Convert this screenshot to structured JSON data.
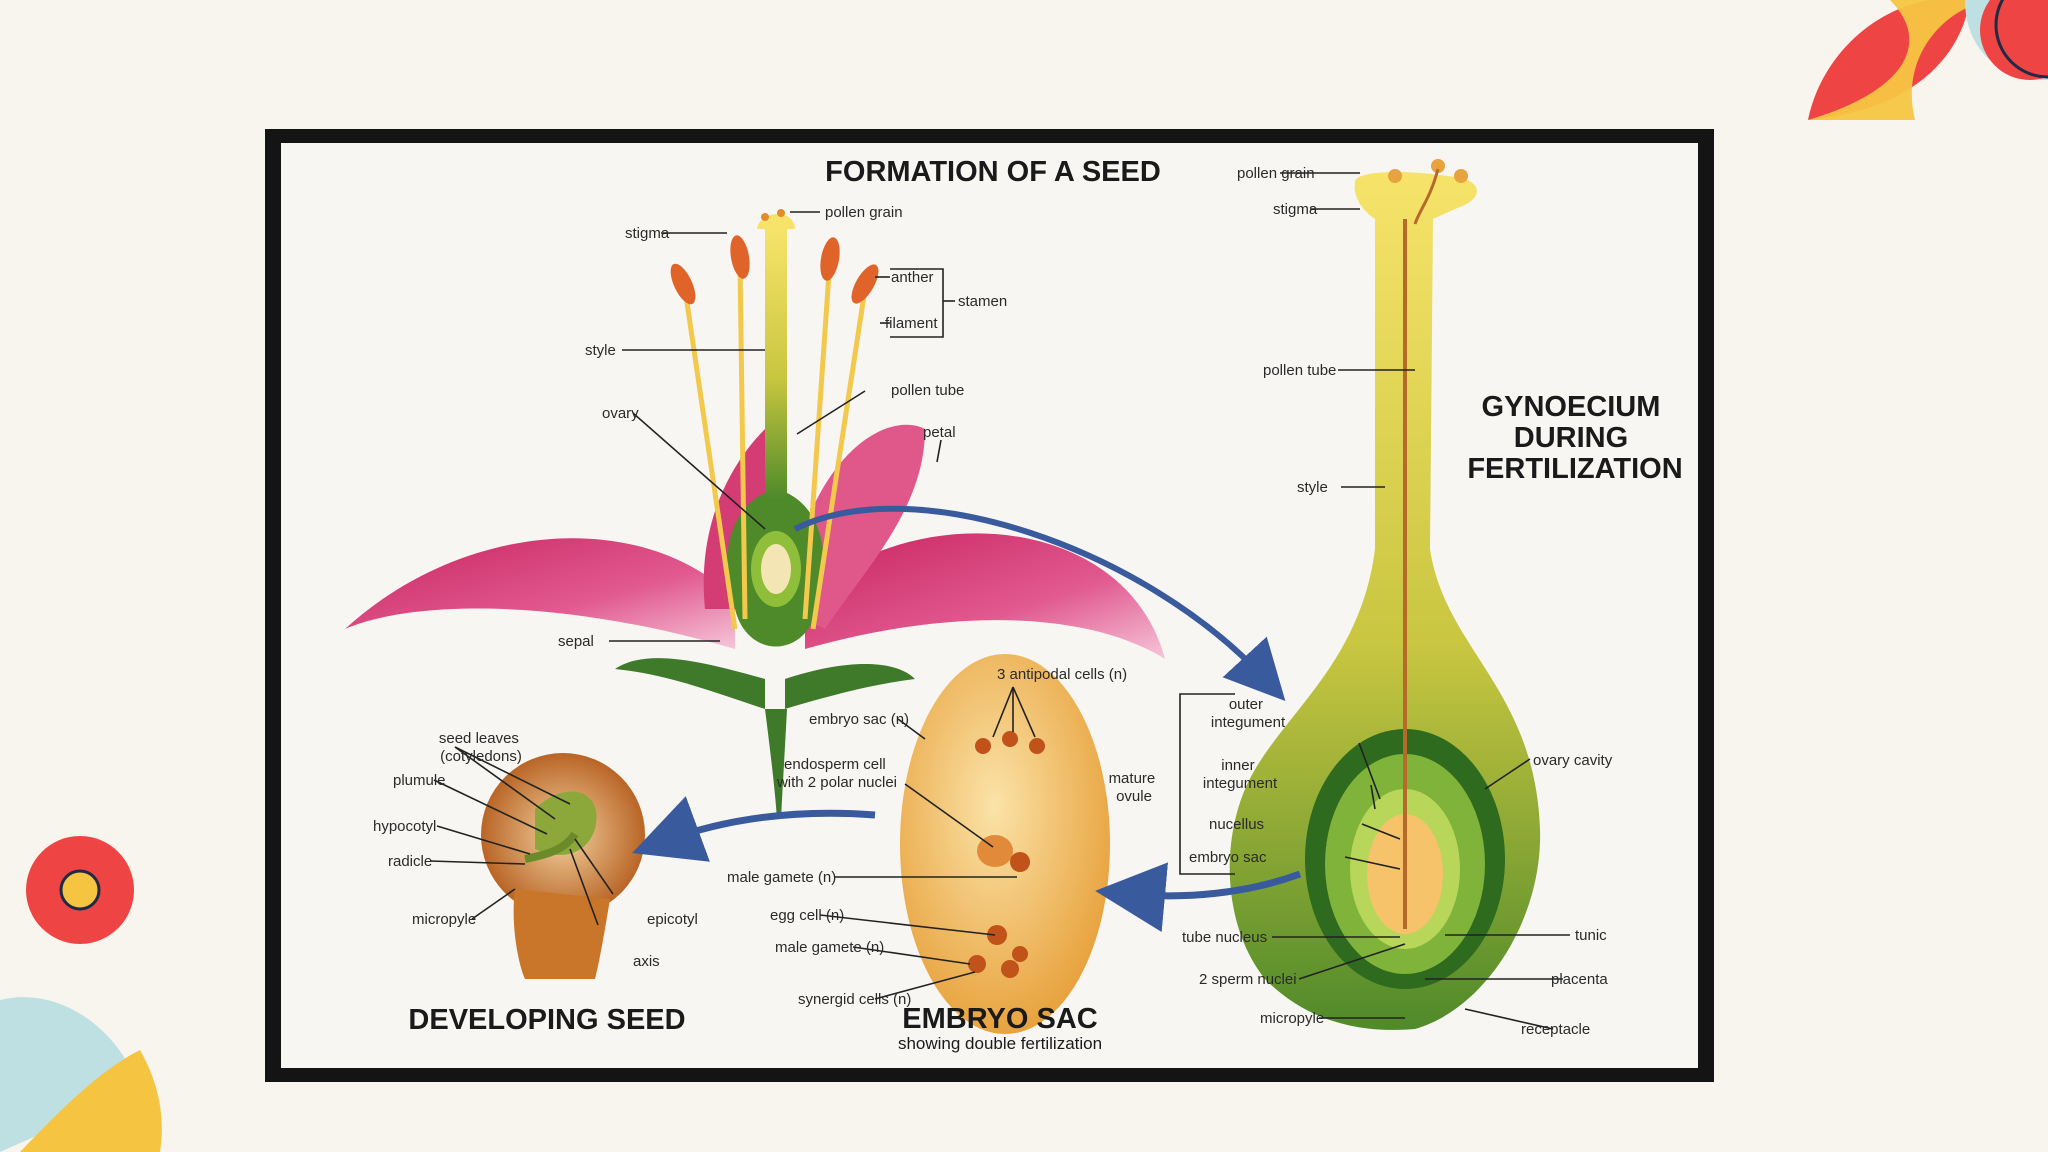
{
  "slide": {
    "title": "FORMATION OF A SEED",
    "colors": {
      "background": "#f8f5ee",
      "frame": "#141414",
      "accent_red": "#ef4444",
      "accent_yellow": "#f5c542",
      "accent_blue": "#bfe0e3",
      "arrow_blue": "#3a5a9e"
    }
  },
  "flower": {
    "labels": {
      "stigma": "stigma",
      "pollen_grain": "pollen grain",
      "anther": "anther",
      "stamen": "stamen",
      "filament": "filament",
      "style": "style",
      "pollen_tube": "pollen tube",
      "ovary": "ovary",
      "petal": "petal",
      "sepal": "sepal"
    }
  },
  "gynoecium": {
    "title_lines": [
      "GYNOECIUM",
      "DURING",
      "FERTILIZATION"
    ],
    "labels": {
      "pollen_grain": "pollen grain",
      "stigma": "stigma",
      "pollen_tube": "pollen tube",
      "style": "style",
      "outer_integument": [
        "outer",
        "integument"
      ],
      "inner_integument": [
        "inner",
        "integument"
      ],
      "mature_ovule": [
        "mature",
        "ovule"
      ],
      "nucellus": "nucellus",
      "embryo_sac": "embryo sac",
      "ovary_cavity": "ovary cavity",
      "tube_nucleus": "tube nucleus",
      "sperm_nuclei": "2 sperm nuclei",
      "micropyle": "micropyle",
      "tunic": "tunic",
      "placenta": "placenta",
      "receptacle": "receptacle"
    }
  },
  "embryo_sac": {
    "title": "EMBRYO SAC",
    "subtitle": "showing double fertilization",
    "labels": {
      "antipodal": "3 antipodal cells (n)",
      "embryo_sac": "embryo sac (n)",
      "endosperm": [
        "endosperm cell",
        "with 2 polar nuclei"
      ],
      "male_gamete_1": "male gamete (n)",
      "egg_cell": "egg cell (n)",
      "male_gamete_2": "male gamete (n)",
      "synergid": "synergid cells (n)"
    }
  },
  "developing_seed": {
    "title": "DEVELOPING SEED",
    "labels": {
      "seed_leaves": [
        "seed leaves",
        "(cotyledons)"
      ],
      "plumule": "plumule",
      "hypocotyl": "hypocotyl",
      "radicle": "radicle",
      "micropyle": "micropyle",
      "epicotyl": "epicotyl",
      "axis": "axis"
    }
  }
}
